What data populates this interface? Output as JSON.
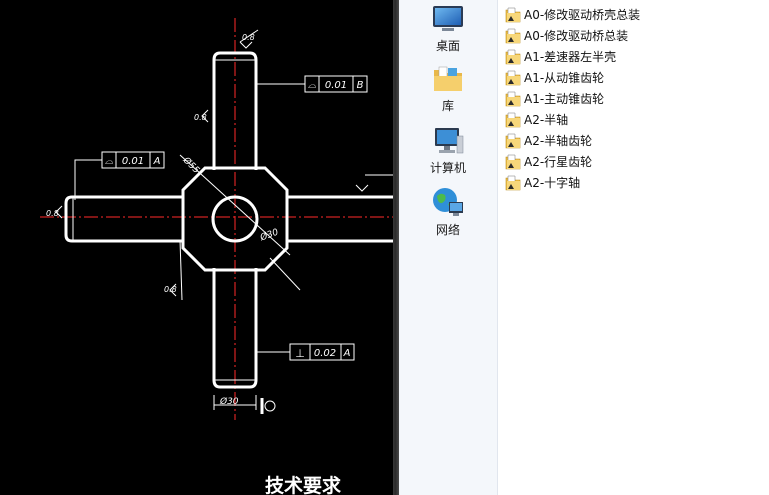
{
  "cad": {
    "tolerance_top": {
      "symbol": "⌓",
      "value": "0.01",
      "datum": "B"
    },
    "tolerance_left": {
      "symbol": "⌓",
      "value": "0.01",
      "datum": "A"
    },
    "tolerance_bottom": {
      "symbol": "⊥",
      "value": "0.02",
      "datum": "A"
    },
    "dimension_sphere": "Ø55",
    "dimension_hole": "Ø30",
    "dimension_shaft": "Ø30",
    "roughness_labels": [
      "0.8",
      "0.8",
      "0.8",
      "0.8"
    ],
    "heading": "技术要求"
  },
  "nav": {
    "items": [
      {
        "label": "桌面",
        "icon": "desktop-icon"
      },
      {
        "label": "库",
        "icon": "library-icon"
      },
      {
        "label": "计算机",
        "icon": "computer-icon"
      },
      {
        "label": "网络",
        "icon": "network-icon"
      }
    ]
  },
  "files": [
    {
      "name": "A0-修改驱动桥壳总装",
      "icon": "cad-file-icon"
    },
    {
      "name": "A0-修改驱动桥总装",
      "icon": "cad-file-icon"
    },
    {
      "name": "A1-差速器左半壳",
      "icon": "cad-file-icon"
    },
    {
      "name": "A1-从动锥齿轮",
      "icon": "cad-file-icon"
    },
    {
      "name": "A1-主动锥齿轮",
      "icon": "cad-file-icon"
    },
    {
      "name": "A2-半轴",
      "icon": "cad-file-icon"
    },
    {
      "name": "A2-半轴齿轮",
      "icon": "cad-file-icon"
    },
    {
      "name": "A2-行星齿轮",
      "icon": "cad-file-icon"
    },
    {
      "name": "A2-十字轴",
      "icon": "cad-file-icon"
    }
  ],
  "colors": {
    "cad_background": "#000000",
    "cad_lines": "#ffffff",
    "centerline": "#ff2a2a",
    "explorer_background": "#ffffff",
    "nav_background": "#f4f7fb"
  }
}
